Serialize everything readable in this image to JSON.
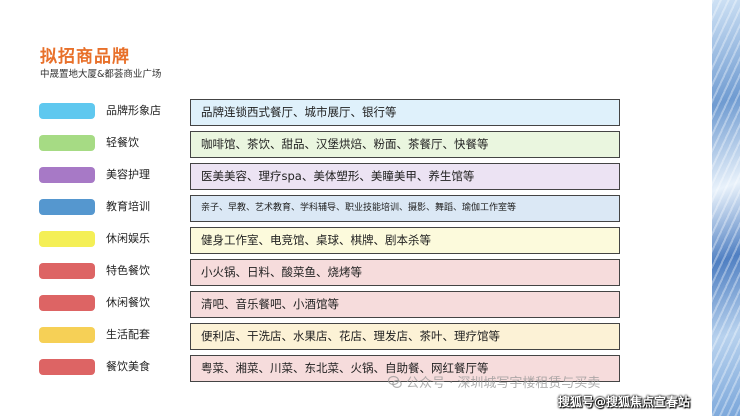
{
  "header": {
    "title": "拟招商品牌",
    "subtitle": "中晟置地大厦&都荟商业广场"
  },
  "rows": [
    {
      "category": "品牌形象店",
      "color": "#5fc8ef",
      "content": "品牌连锁西式餐厅、城市展厅、银行等",
      "bg": "#dff1fb"
    },
    {
      "category": "轻餐饮",
      "color": "#a6db84",
      "content": "咖啡馆、茶饮、甜品、汉堡烘焙、粉面、茶餐厅、快餐等",
      "bg": "#eaf6df"
    },
    {
      "category": "美容护理",
      "color": "#a779c6",
      "content": "医美美容、理疗spa、美体塑形、美瞳美甲、养生馆等",
      "bg": "#ece3f3"
    },
    {
      "category": "教育培训",
      "color": "#5597cf",
      "content": "亲子、早教、艺术教育、学科辅导、职业技能培训、摄影、舞蹈、瑜伽工作室等",
      "bg": "#dbe8f5"
    },
    {
      "category": "休闲娱乐",
      "color": "#f4ef56",
      "content": "健身工作室、电竞馆、桌球、棋牌、剧本杀等",
      "bg": "#fcfadc"
    },
    {
      "category": "特色餐饮",
      "color": "#dd6464",
      "content": "小火锅、日料、酸菜鱼、烧烤等",
      "bg": "#f6dcdc"
    },
    {
      "category": "休闲餐饮",
      "color": "#dd6464",
      "content": "清吧、音乐餐吧、小酒馆等",
      "bg": "#f6dcdc"
    },
    {
      "category": "生活配套",
      "color": "#f6d056",
      "content": "便利店、干洗店、水果店、花店、理发店、茶叶、理疗馆等",
      "bg": "#fcf2d6"
    },
    {
      "category": "餐饮美食",
      "color": "#dd6464",
      "content": "粤菜、湘菜、川菜、东北菜、火锅、自助餐、网红餐厅等",
      "bg": "#f6dcdc"
    }
  ],
  "watermark": {
    "text": "公众号 · 深圳城写字楼租赁与买卖",
    "icon": "wechat-icon"
  },
  "footer": {
    "text": "搜狐号@搜狐焦点宣春站"
  }
}
